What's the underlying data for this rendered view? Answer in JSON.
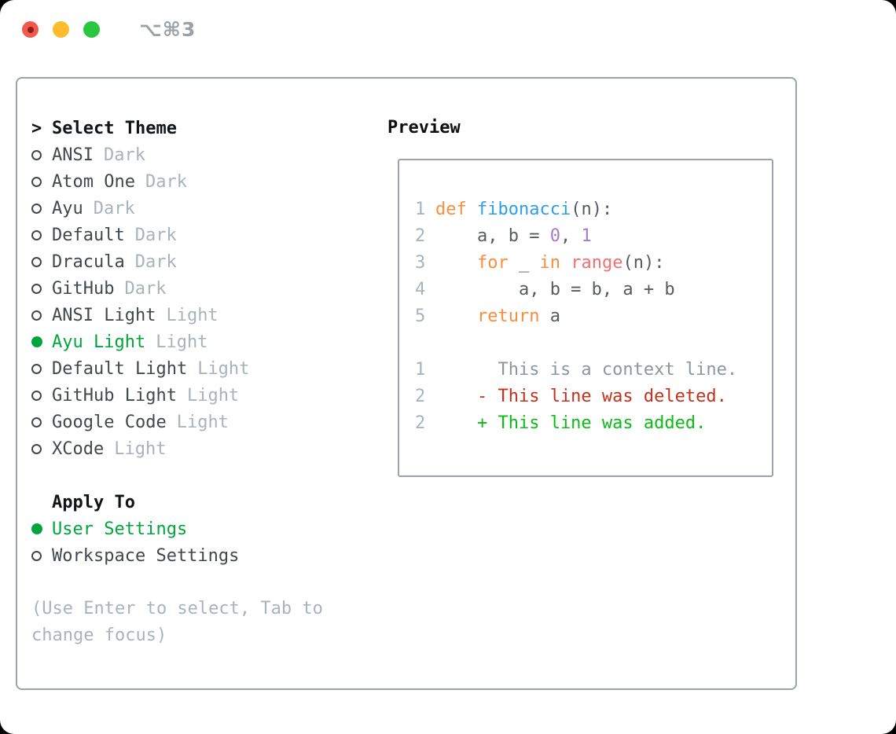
{
  "window": {
    "shortcut_label": "⌥⌘3",
    "traffic_lights": [
      "close",
      "minimize",
      "zoom"
    ]
  },
  "theme_panel": {
    "header": {
      "prefix": ">",
      "label": "Select Theme"
    },
    "themes": [
      {
        "name": "ANSI",
        "variant": "Dark",
        "selected": false
      },
      {
        "name": "Atom One",
        "variant": "Dark",
        "selected": false
      },
      {
        "name": "Ayu",
        "variant": "Dark",
        "selected": false
      },
      {
        "name": "Default",
        "variant": "Dark",
        "selected": false
      },
      {
        "name": "Dracula",
        "variant": "Dark",
        "selected": false
      },
      {
        "name": "GitHub",
        "variant": "Dark",
        "selected": false
      },
      {
        "name": "ANSI Light",
        "variant": "Light",
        "selected": false
      },
      {
        "name": "Ayu Light",
        "variant": "Light",
        "selected": true
      },
      {
        "name": "Default Light",
        "variant": "Light",
        "selected": false
      },
      {
        "name": "GitHub Light",
        "variant": "Light",
        "selected": false
      },
      {
        "name": "Google Code",
        "variant": "Light",
        "selected": false
      },
      {
        "name": "XCode",
        "variant": "Light",
        "selected": false
      }
    ],
    "apply_to": {
      "label": "Apply To",
      "options": [
        {
          "name": "User Settings",
          "selected": true
        },
        {
          "name": "Workspace Settings",
          "selected": false
        }
      ]
    },
    "footer_lines": [
      "(Use Enter to select, Tab to",
      "change focus)"
    ]
  },
  "preview": {
    "label": "Preview",
    "lines": [
      {
        "num": "1",
        "segments": [
          {
            "text": "def",
            "color": "keyword"
          },
          {
            "text": " ",
            "color": "fg"
          },
          {
            "text": "fibonacci",
            "color": "function"
          },
          {
            "text": "(n):",
            "color": "fg"
          }
        ]
      },
      {
        "num": "2",
        "segments": [
          {
            "text": "    a, b = ",
            "color": "fg"
          },
          {
            "text": "0",
            "color": "constant"
          },
          {
            "text": ", ",
            "color": "fg"
          },
          {
            "text": "1",
            "color": "constant"
          }
        ]
      },
      {
        "num": "3",
        "segments": [
          {
            "text": "    ",
            "color": "fg"
          },
          {
            "text": "for",
            "color": "keyword"
          },
          {
            "text": " _ ",
            "color": "fg"
          },
          {
            "text": "in",
            "color": "keyword"
          },
          {
            "text": " ",
            "color": "fg"
          },
          {
            "text": "range",
            "color": "builtin"
          },
          {
            "text": "(n):",
            "color": "fg"
          }
        ]
      },
      {
        "num": "4",
        "segments": [
          {
            "text": "        a, b = b, a + b",
            "color": "fg"
          }
        ]
      },
      {
        "num": "5",
        "segments": [
          {
            "text": "    ",
            "color": "fg"
          },
          {
            "text": "return",
            "color": "keyword"
          },
          {
            "text": " a",
            "color": "fg"
          }
        ]
      },
      {
        "num": "",
        "segments": []
      },
      {
        "num": "1",
        "segments": [
          {
            "text": "      This is a context line.",
            "color": "context"
          }
        ]
      },
      {
        "num": "2",
        "segments": [
          {
            "text": "    - This line was deleted.",
            "color": "deleted"
          }
        ]
      },
      {
        "num": "2",
        "segments": [
          {
            "text": "    + This line was added.",
            "color": "added"
          }
        ]
      }
    ]
  },
  "colors": {
    "accent_green": "#00A63C",
    "border": "#99A2AE",
    "text_header": "#101317",
    "text_item": "#42474D",
    "text_muted": "#A9B2BD",
    "circle_stroke": "#42474D",
    "shortcut_gray": "#9AA1A8",
    "traffic_red": "#F3584E",
    "traffic_red_dot": "#8F1D12",
    "traffic_yellow": "#FBBD2D",
    "traffic_green": "#2BC63F",
    "line_number": "#A9B2BD",
    "fg": "#565B61",
    "keyword": "#FA8D3E",
    "function": "#2B9FE8",
    "constant": "#A37ACC",
    "builtin": "#F07171",
    "context": "#8D959E",
    "deleted": "#C4301B",
    "added": "#0BBC15"
  }
}
